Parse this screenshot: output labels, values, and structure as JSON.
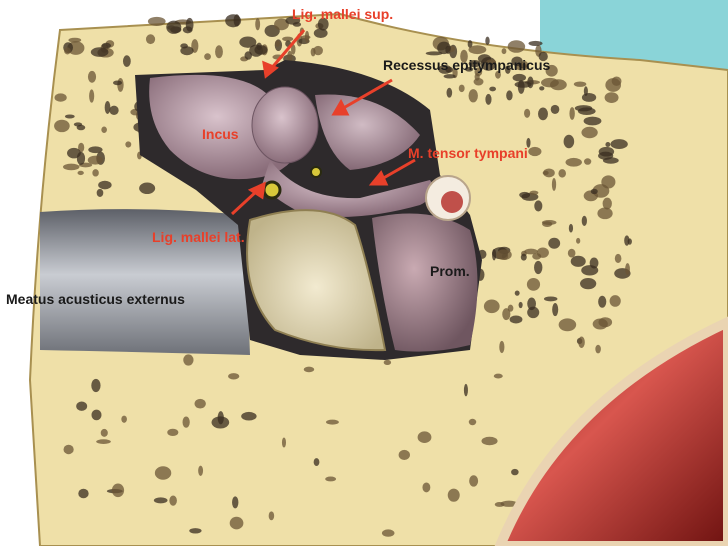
{
  "figure": {
    "labels": {
      "lig_mallei_sup": "Lig. mallei sup.",
      "recessus": "Recessus epitympanicus",
      "incus": "Incus",
      "tensor": "M. tensor tympani",
      "lig_mallei_lat": "Lig. mallei lat.",
      "prom": "Prom.",
      "meatus": "Meatus acusticus externus"
    },
    "colors": {
      "background": "#ffffff",
      "bone": "#efe0a8",
      "bone_dark": "#d8c27e",
      "cavity": "#2e2a2c",
      "ossicle": "#a88b98",
      "canal": "#8c8f96",
      "membrane": "#ddd3a8",
      "vessel": "#b02a26",
      "label_red": "#e8402a",
      "label_dark": "#1a1a1a",
      "arrow": "#e8402a",
      "panel_bg": "#8ad4d8"
    }
  }
}
